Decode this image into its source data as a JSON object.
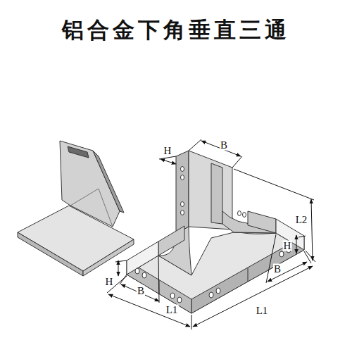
{
  "diagram": {
    "title": "铝合金下角垂直三通",
    "labels": [
      "H",
      "B",
      "L2",
      "H",
      "H",
      "B",
      "B",
      "L1",
      "L1"
    ]
  }
}
